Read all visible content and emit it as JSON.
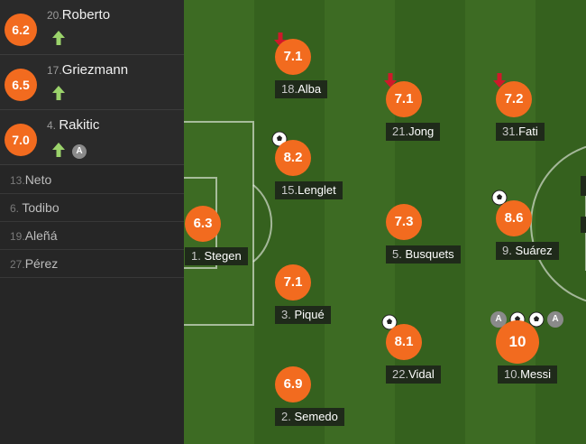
{
  "substitutes_in": [
    {
      "rating": "6.2",
      "number": "20.",
      "name": "Roberto",
      "icons": [
        "sub-in-arrow"
      ]
    },
    {
      "rating": "6.5",
      "number": "17.",
      "name": "Griezmann",
      "icons": [
        "sub-in-arrow"
      ]
    },
    {
      "rating": "7.0",
      "number": "4. ",
      "name": "Rakitic",
      "icons": [
        "sub-in-arrow",
        "assist-badge"
      ]
    }
  ],
  "unused_subs": [
    {
      "number": "13.",
      "name": "Neto"
    },
    {
      "number": "6. ",
      "name": "Todibo"
    },
    {
      "number": "19.",
      "name": "Aleñá"
    },
    {
      "number": "27.",
      "name": "Pérez"
    }
  ],
  "assist_badge_text": "A",
  "lineup": [
    {
      "id": "stegen",
      "rating": "6.3",
      "number": "1. ",
      "name": "Stegen"
    },
    {
      "id": "alba",
      "rating": "7.1",
      "number": "18.",
      "name": "Alba",
      "icons": [
        "sub-off-arrow"
      ]
    },
    {
      "id": "lenglet",
      "rating": "8.2",
      "number": "15.",
      "name": "Lenglet",
      "icons": [
        "goal-ball"
      ]
    },
    {
      "id": "pique",
      "rating": "7.1",
      "number": "3. ",
      "name": "Piqué"
    },
    {
      "id": "semedo",
      "rating": "6.9",
      "number": "2. ",
      "name": "Semedo"
    },
    {
      "id": "jong",
      "rating": "7.1",
      "number": "21.",
      "name": "Jong",
      "icons": [
        "sub-off-arrow"
      ]
    },
    {
      "id": "busquets",
      "rating": "7.3",
      "number": "5. ",
      "name": "Busquets"
    },
    {
      "id": "vidal",
      "rating": "8.1",
      "number": "22.",
      "name": "Vidal",
      "icons": [
        "goal-ball"
      ]
    },
    {
      "id": "fati",
      "rating": "7.2",
      "number": "31.",
      "name": "Fati",
      "icons": [
        "sub-off-arrow"
      ]
    },
    {
      "id": "suarez",
      "rating": "8.6",
      "number": "9. ",
      "name": "Suárez",
      "icons": [
        "goal-ball"
      ]
    },
    {
      "id": "messi",
      "rating": "10",
      "number": "10.",
      "name": "Messi",
      "icons": [
        "assist-badge",
        "goal-ball",
        "goal-ball",
        "assist-badge"
      ]
    }
  ],
  "colors": {
    "rating_badge": "#f26b1f",
    "sub_in_arrow": "#9bd36b",
    "sub_off_arrow": "#d0182a",
    "pitch_dark": "#35611e",
    "pitch_light": "#3d6b23"
  }
}
